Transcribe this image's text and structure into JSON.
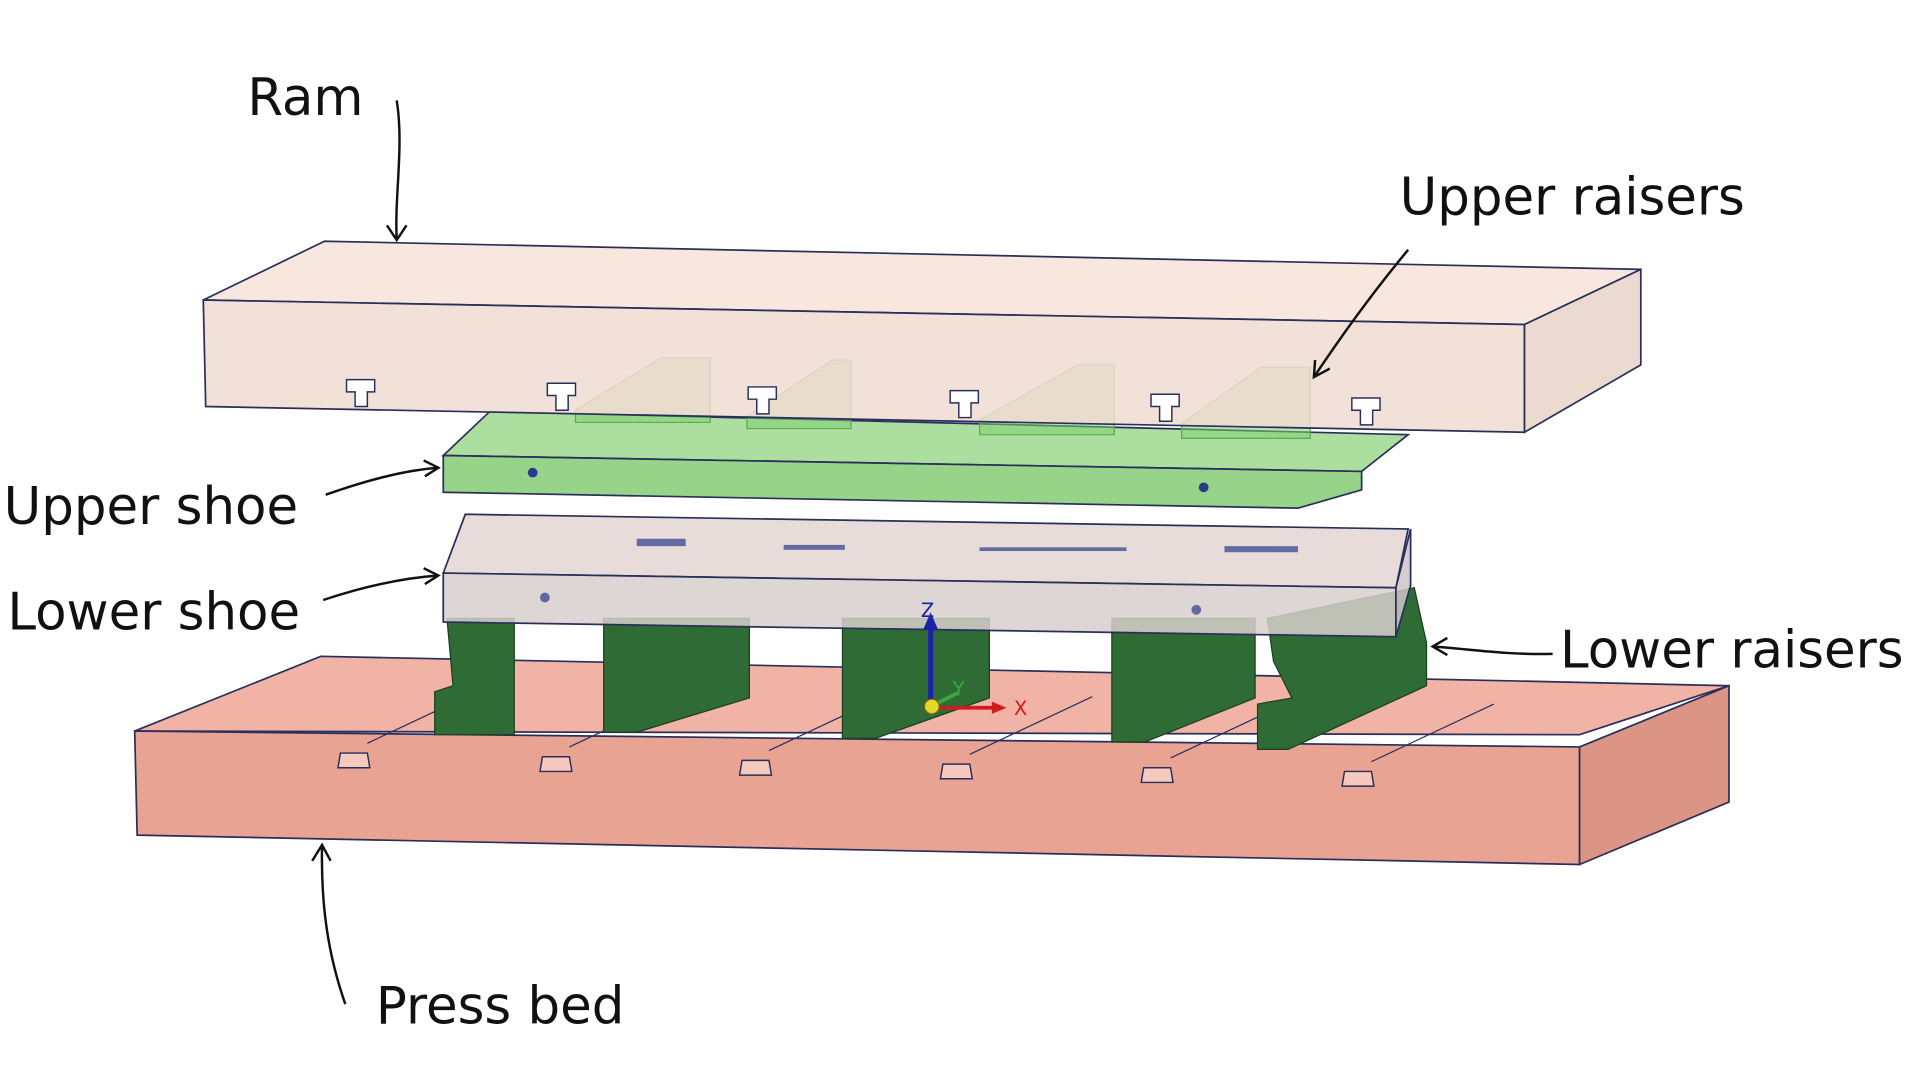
{
  "labels": {
    "ram": "Ram",
    "upper_raisers": "Upper raisers",
    "upper_shoe": "Upper shoe",
    "lower_shoe": "Lower shoe",
    "lower_raisers": "Lower raisers",
    "press_bed": "Press bed"
  },
  "axes": {
    "z": "Z",
    "x": "X",
    "y": "Y"
  },
  "colors": {
    "ram": "#f3e0d6",
    "upper_green": "#8ed47f",
    "lower_shoe": "#ddd0d0",
    "lower_raisers": "#2f6b35",
    "press_bed": "#eaa090"
  }
}
